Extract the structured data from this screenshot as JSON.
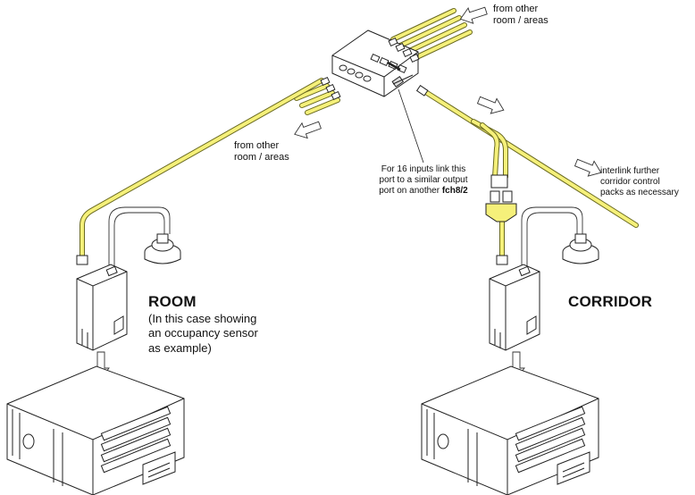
{
  "labels": {
    "top_right_line1": "from other",
    "top_right_line2": "room / areas",
    "mid_left_line1": "from other",
    "mid_left_line2": "room / areas",
    "note_line1": "For 16 inputs link this",
    "note_line2": "port to a similar output",
    "note_line3_prefix": "port on another ",
    "note_line3_bold": "fch8/2",
    "interlink_line1": "interlink further",
    "interlink_line2": "corridor control",
    "interlink_line3": "packs as necessary",
    "room_title": "ROOM",
    "room_sub1": "(In this case showing",
    "room_sub2": "an occupancy sensor",
    "room_sub3": "as example)",
    "corridor_title": "CORRIDOR"
  },
  "colors": {
    "cable_fill": "#f5f07a",
    "cable_edge": "#6a6a20",
    "line": "#222222",
    "arrow_fill": "#ffffff"
  }
}
